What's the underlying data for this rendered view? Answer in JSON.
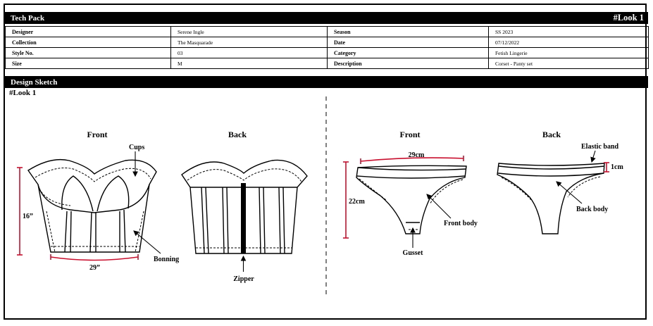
{
  "header": {
    "title": "Tech Pack",
    "look": "#Look 1"
  },
  "info": {
    "rows": [
      {
        "k1": "Designer",
        "v1": "Serene Ingle",
        "k2": "Season",
        "v2": "SS 2023"
      },
      {
        "k1": "Collection",
        "v1": "The Masquarade",
        "k2": "Date",
        "v2": "07/12/2022"
      },
      {
        "k1": "Style No.",
        "v1": "03",
        "k2": "Category",
        "v2": "Fetish Lingerie"
      },
      {
        "k1": "Size",
        "v1": "M",
        "k2": "Description",
        "v2": "Corset - Panty set"
      }
    ]
  },
  "sketch": {
    "section_title": "Design Sketch",
    "look_label": "#Look 1",
    "corset": {
      "front_label": "Front",
      "back_label": "Back",
      "cups_label": "Cups",
      "bonning_label": "Bonning",
      "zipper_label": "Zipper",
      "height_label": "16”",
      "width_label": "29”"
    },
    "panty": {
      "front_label": "Front",
      "back_label": "Back",
      "width_label": "29cm",
      "height_label": "22cm",
      "front_body_label": "Front body",
      "gusset_label": "Gusset",
      "elastic_label": "Elastic band",
      "elastic_size_label": "1cm",
      "back_body_label": "Back body"
    }
  },
  "colors": {
    "measure": "#c8102e",
    "ink": "#000000"
  }
}
